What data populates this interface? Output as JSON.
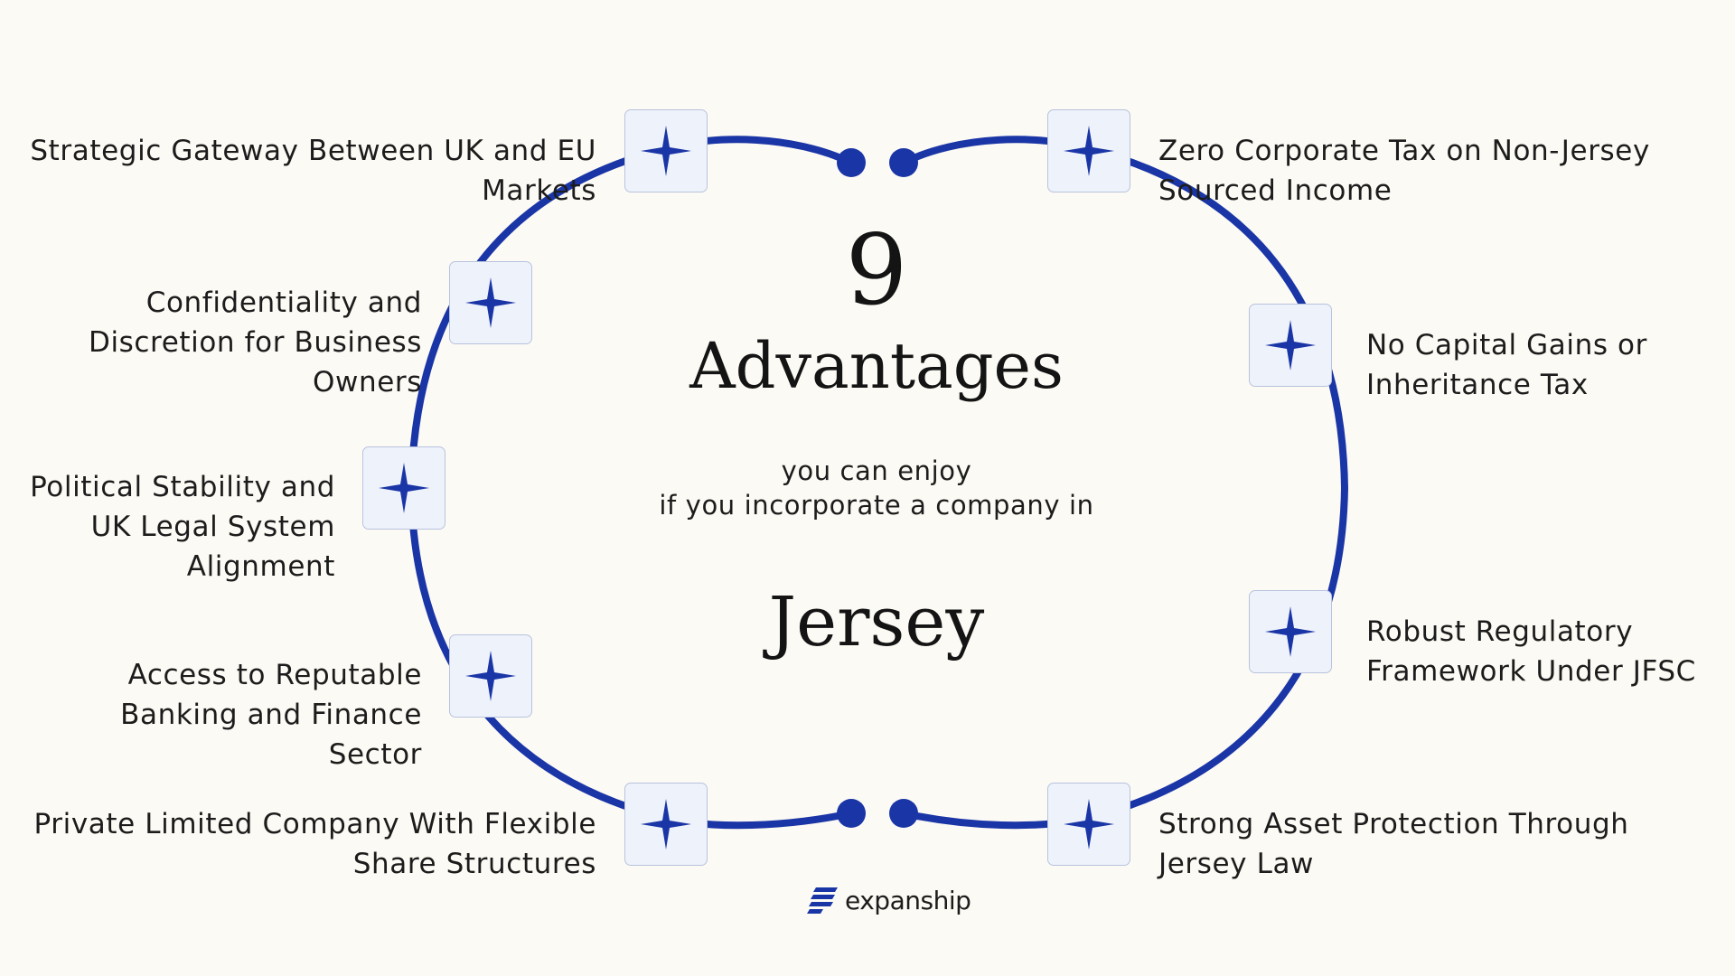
{
  "title": {
    "number": "9",
    "heading": "Advantages",
    "subtitle_line1": "you can enjoy",
    "subtitle_line2": "if you incorporate a company in",
    "place": "Jersey"
  },
  "advantages": [
    {
      "lines": [
        "Strategic Gateway Between UK and EU",
        "Markets"
      ]
    },
    {
      "lines": [
        "Confidentiality and",
        "Discretion for Business",
        "Owners"
      ]
    },
    {
      "lines": [
        "Political Stability and",
        "UK Legal System",
        "Alignment"
      ]
    },
    {
      "lines": [
        "Access to Reputable",
        "Banking and Finance",
        "Sector"
      ]
    },
    {
      "lines": [
        "Private Limited Company With Flexible",
        "Share Structures"
      ]
    },
    {
      "lines": [
        "Zero Corporate Tax on Non-Jersey",
        "Sourced Income"
      ]
    },
    {
      "lines": [
        "No Capital Gains or",
        "Inheritance Tax"
      ]
    },
    {
      "lines": [
        "Robust Regulatory",
        "Framework Under JFSC"
      ]
    },
    {
      "lines": [
        "Strong Asset Protection Through",
        "Jersey Law"
      ]
    }
  ],
  "icons": {
    "badge_icon": "four-point-star-icon",
    "logo_icon": "expanship-logo-icon"
  },
  "brand": {
    "name": "expanship"
  },
  "colors": {
    "accent": "#1a35a6",
    "background": "#fcfaf4",
    "badge_fill": "#eef2fb",
    "text": "#1c1c1c"
  }
}
